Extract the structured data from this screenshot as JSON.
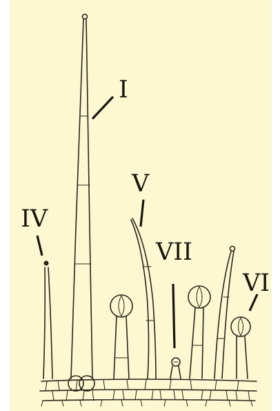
{
  "figure": {
    "background_color": "#fbf8d2",
    "ink_color": "#2b2418",
    "labels": {
      "I": "I",
      "IV": "IV",
      "V": "V",
      "VI": "VI",
      "VII": "VII"
    }
  }
}
